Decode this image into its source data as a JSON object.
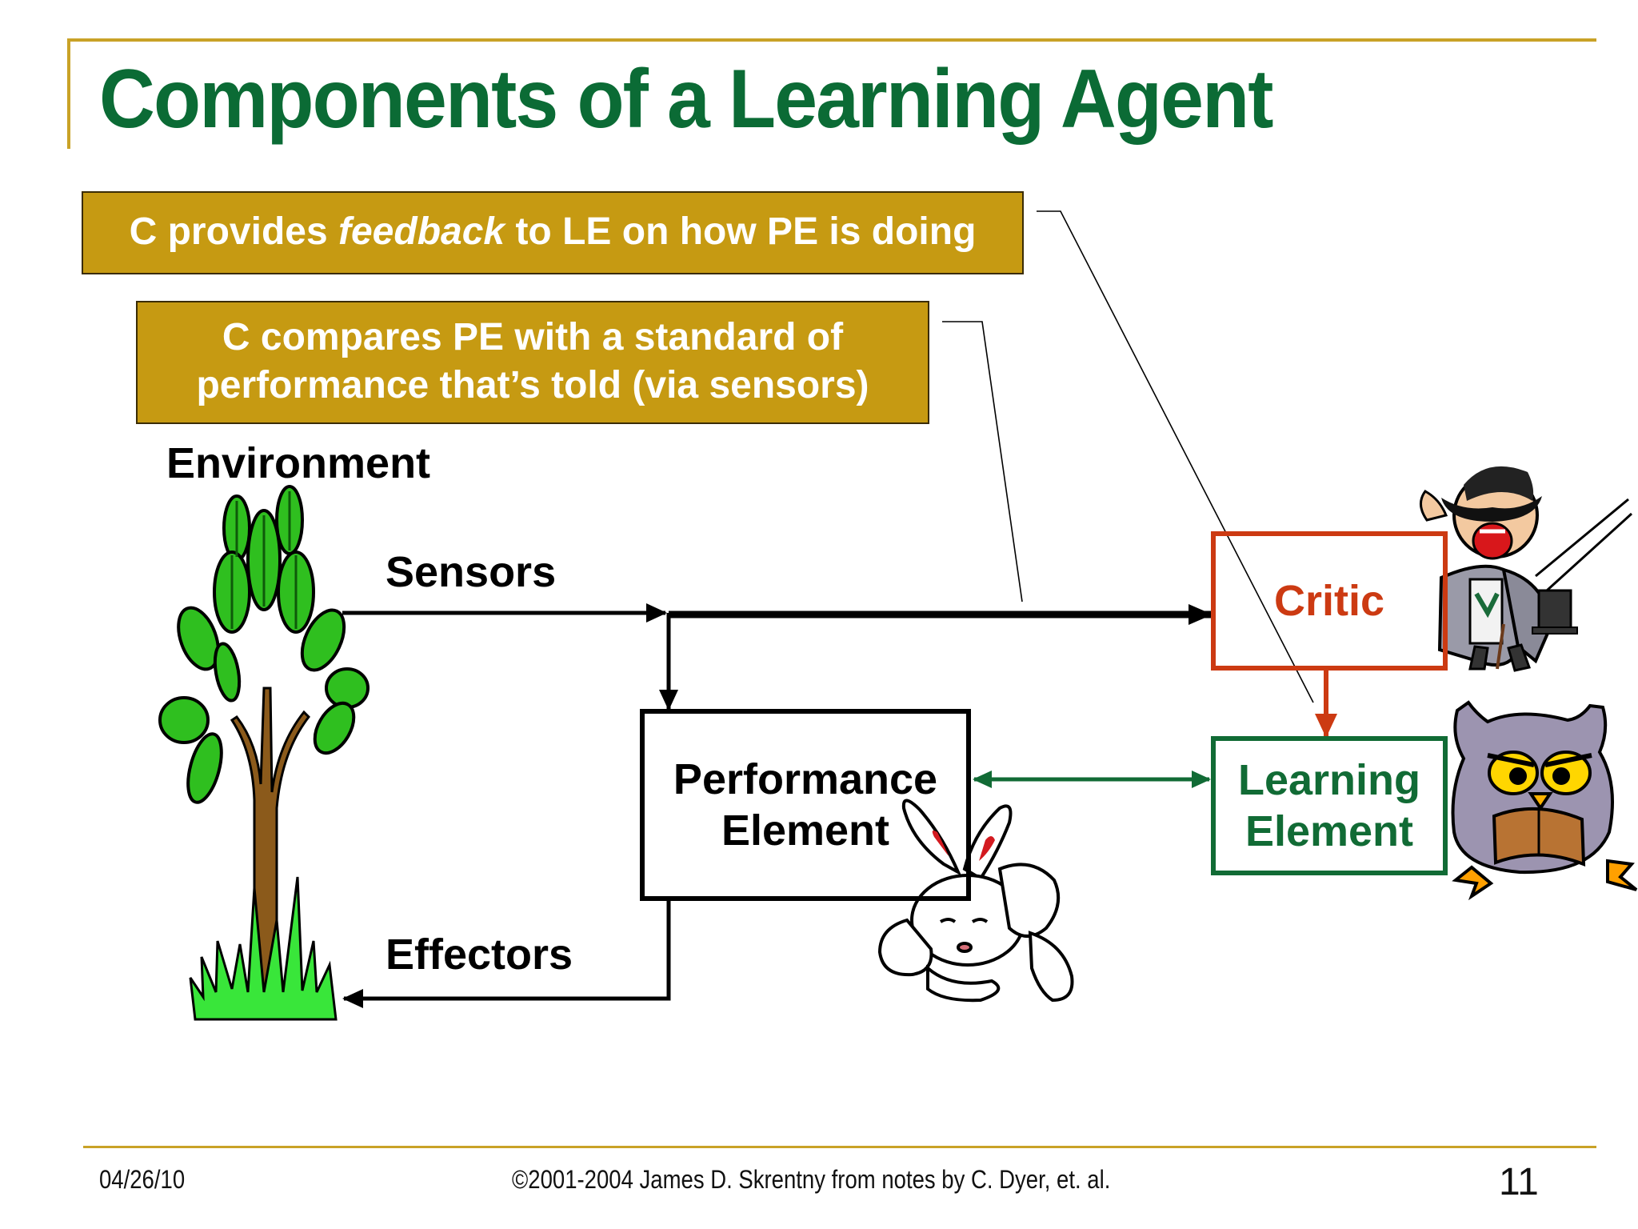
{
  "slide": {
    "title": "Components of a Learning Agent"
  },
  "callouts": {
    "feedback": {
      "before": "C provides ",
      "emphasis": "feedback",
      "after": " to LE on how PE is doing"
    },
    "compare": {
      "line1": "C compares PE with a standard of",
      "line2": "performance that’s told (via sensors)"
    }
  },
  "diagram": {
    "environment_label": "Environment",
    "sensors_label": "Sensors",
    "effectors_label": "Effectors",
    "performance_element": {
      "line1": "Performance",
      "line2": "Element"
    },
    "critic": {
      "label": "Critic"
    },
    "learning_element": {
      "line1": "Learning",
      "line2": "Element"
    }
  },
  "footer": {
    "date": "04/26/10",
    "copyright": "©2001-2004 James D. Skrentny from notes by C. Dyer, et. al.",
    "page_number": "11"
  },
  "colors": {
    "title_green": "#0b6b35",
    "accent_gold": "#c9a227",
    "callout_fill": "#c69a12",
    "critic_red": "#cc3a12",
    "learning_green": "#116b35"
  },
  "icons": [
    "tree-icon",
    "grass-icon",
    "critic-showman-icon",
    "rabbit-icon",
    "owl-reading-icon"
  ]
}
